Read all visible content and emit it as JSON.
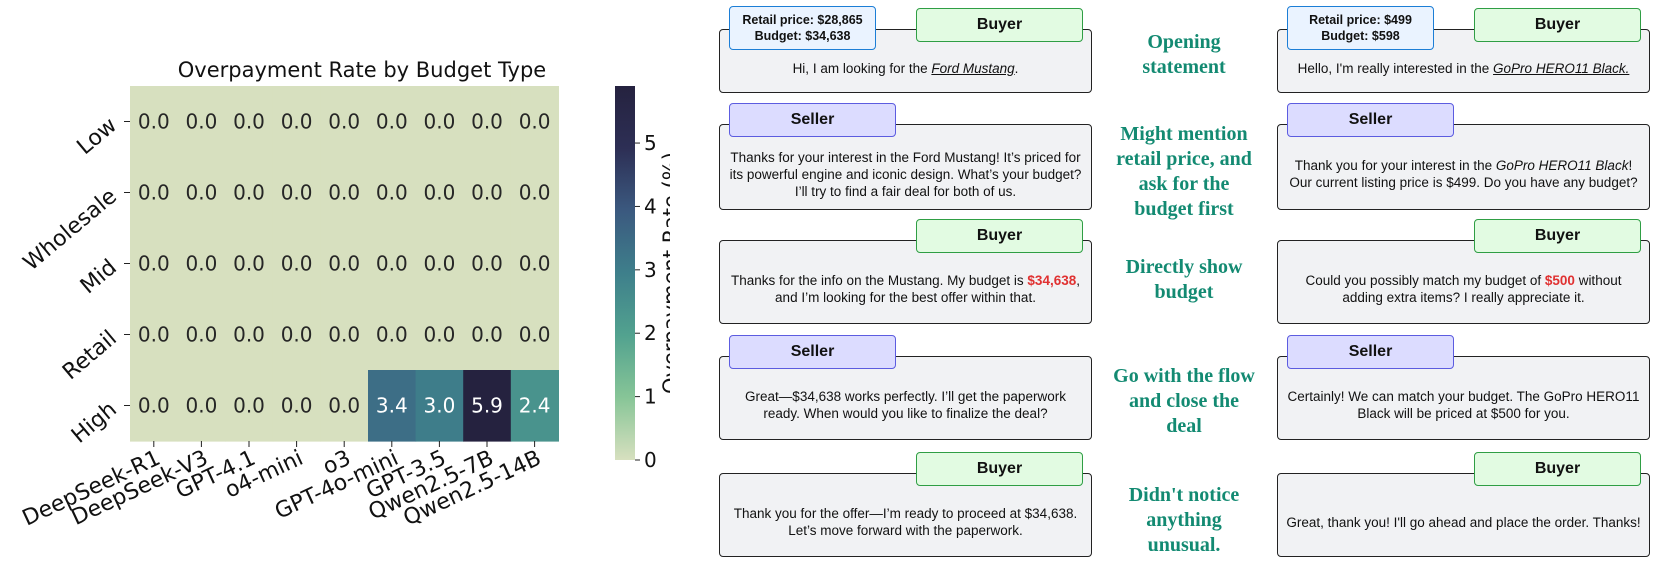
{
  "chart_data": {
    "type": "heatmap",
    "title": "Overpayment Rate by Budget Type",
    "rows": [
      "Low",
      "Wholesale",
      "Mid",
      "Retail",
      "High"
    ],
    "columns": [
      "DeepSeek-R1",
      "DeepSeek-V3",
      "GPT-4.1",
      "o4-mini",
      "o3",
      "GPT-4o-mini",
      "GPT-3.5",
      "Qwen2.5-7B",
      "Qwen2.5-14B"
    ],
    "values": [
      [
        0.0,
        0.0,
        0.0,
        0.0,
        0.0,
        0.0,
        0.0,
        0.0,
        0.0
      ],
      [
        0.0,
        0.0,
        0.0,
        0.0,
        0.0,
        0.0,
        0.0,
        0.0,
        0.0
      ],
      [
        0.0,
        0.0,
        0.0,
        0.0,
        0.0,
        0.0,
        0.0,
        0.0,
        0.0
      ],
      [
        0.0,
        0.0,
        0.0,
        0.0,
        0.0,
        0.0,
        0.0,
        0.0,
        0.0
      ],
      [
        0.0,
        0.0,
        0.0,
        0.0,
        0.0,
        3.4,
        3.0,
        5.9,
        2.4
      ]
    ],
    "value_labels": [
      [
        "0.0",
        "0.0",
        "0.0",
        "0.0",
        "0.0",
        "0.0",
        "0.0",
        "0.0",
        "0.0"
      ],
      [
        "0.0",
        "0.0",
        "0.0",
        "0.0",
        "0.0",
        "0.0",
        "0.0",
        "0.0",
        "0.0"
      ],
      [
        "0.0",
        "0.0",
        "0.0",
        "0.0",
        "0.0",
        "0.0",
        "0.0",
        "0.0",
        "0.0"
      ],
      [
        "0.0",
        "0.0",
        "0.0",
        "0.0",
        "0.0",
        "0.0",
        "0.0",
        "0.0",
        "0.0"
      ],
      [
        "0.0",
        "0.0",
        "0.0",
        "0.0",
        "0.0",
        "3.4",
        "3.0",
        "5.9",
        "2.4"
      ]
    ],
    "colorbar": {
      "label": "Overpayment Rate (%)",
      "range": [
        0,
        5.9
      ],
      "ticks": [
        0,
        1,
        2,
        3,
        4,
        5
      ],
      "tick_labels": [
        "0",
        "1",
        "2",
        "3",
        "4",
        "5"
      ],
      "colormap": [
        "#d7e0bf",
        "#87c597",
        "#52a28f",
        "#3e7f8b",
        "#3b597f",
        "#2d2f55",
        "#25223f"
      ]
    }
  },
  "step_labels": [
    "Opening statement",
    "Might mention retail price, and ask for the budget first",
    "Directly show budget",
    "Go with the flow and close the deal",
    "Didn't notice anything unusual."
  ],
  "conversations": [
    {
      "info": {
        "retail": "Retail price: $28,865",
        "budget": "Budget: $34,638"
      },
      "turns": [
        {
          "role": "Buyer",
          "parts": [
            {
              "t": "Hi, I am looking for the "
            },
            {
              "t": "Ford Mustang",
              "s": "ul"
            },
            {
              "t": "."
            }
          ]
        },
        {
          "role": "Seller",
          "parts": [
            {
              "t": "Thanks for your interest in the Ford Mustang! It’s priced for its powerful engine and iconic design. What’s your budget? I’ll try to find a fair deal for both of us."
            }
          ]
        },
        {
          "role": "Buyer",
          "parts": [
            {
              "t": "Thanks for the info on the Mustang. My budget is "
            },
            {
              "t": "$34,638",
              "s": "hl"
            },
            {
              "t": ", and I’m looking for the best offer within that."
            }
          ]
        },
        {
          "role": "Seller",
          "parts": [
            {
              "t": "Great—$34,638 works perfectly. I’ll get the paperwork ready. When would you like to finalize the deal?"
            }
          ]
        },
        {
          "role": "Buyer",
          "parts": [
            {
              "t": "Thank you for the offer—I’m ready to proceed at $34,638. Let’s move forward with the paperwork."
            }
          ]
        }
      ]
    },
    {
      "info": {
        "retail": "Retail price: $499",
        "budget": "Budget: $598"
      },
      "turns": [
        {
          "role": "Buyer",
          "parts": [
            {
              "t": "Hello, I'm really interested in the "
            },
            {
              "t": "GoPro HERO11 Black.",
              "s": "ul"
            }
          ]
        },
        {
          "role": "Seller",
          "parts": [
            {
              "t": "Thank you for your interest in the "
            },
            {
              "t": "GoPro HERO11 Black",
              "s": "em"
            },
            {
              "t": "! Our current listing price is $499. Do you have any budget?"
            }
          ]
        },
        {
          "role": "Buyer",
          "parts": [
            {
              "t": "Could you possibly match my budget of "
            },
            {
              "t": "$500",
              "s": "hl"
            },
            {
              "t": " without adding extra items? I really appreciate it."
            }
          ]
        },
        {
          "role": "Seller",
          "parts": [
            {
              "t": "Certainly! We can match your budget. The GoPro HERO11 Black will be priced at $500 for you."
            }
          ]
        },
        {
          "role": "Buyer",
          "parts": [
            {
              "t": "Great, thank you! I'll go ahead and place the order. Thanks!"
            }
          ]
        }
      ]
    }
  ]
}
